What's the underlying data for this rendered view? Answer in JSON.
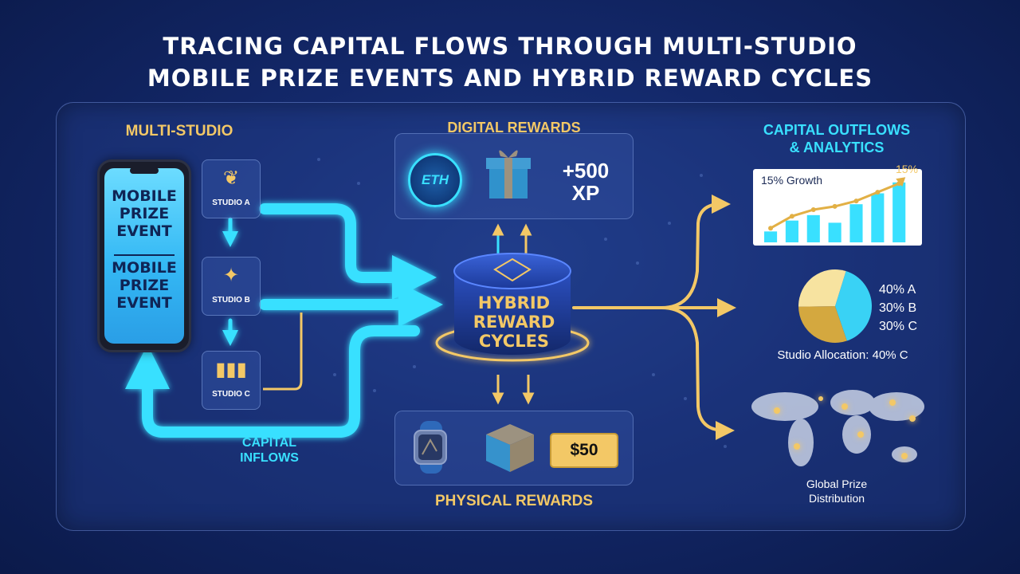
{
  "title": {
    "line1": "TRACING CAPITAL FLOWS THROUGH MULTI-STUDIO",
    "line2": "MOBILE PRIZE EVENTS AND HYBRID REWARD CYCLES"
  },
  "left": {
    "heading": "MULTI-STUDIO",
    "phone_text_top": [
      "MOBILE",
      "PRIZE",
      "EVENT"
    ],
    "phone_text_bottom": [
      "MOBILE",
      "PRIZE",
      "EVENT"
    ],
    "studios": [
      {
        "label": "STUDIO A",
        "icon": "lotus-icon"
      },
      {
        "label": "STUDIO B",
        "icon": "badge-icon"
      },
      {
        "label": "STUDIO C",
        "icon": "bars-logo-icon"
      }
    ],
    "inflows_label": [
      "CAPITAL",
      "INFLOWS"
    ]
  },
  "center": {
    "digital_heading": "DIGITAL REWARDS",
    "eth_label": "ETH",
    "xp_label": [
      "+500",
      "XP"
    ],
    "hub_label": [
      "HYBRID",
      "REWARD",
      "CYCLES"
    ],
    "physical_heading": "PHYSICAL REWARDS",
    "coupon_label": "$50"
  },
  "right": {
    "heading": [
      "CAPITAL OUTFLOWS",
      "& ANALYTICS"
    ],
    "growth_label": "15% Growth",
    "growth_peak_label": "15%",
    "growth_bars": [
      1,
      2,
      2.5,
      1.8,
      3.5,
      4.5,
      5.5
    ],
    "growth_line": [
      1.3,
      2.4,
      3.0,
      3.3,
      3.8,
      4.6,
      5.4
    ],
    "pie_legend": [
      "40% A",
      "30% B",
      "30% C"
    ],
    "pie_slices": [
      40,
      30,
      30
    ],
    "allocation_label": "Studio Allocation: 40% C",
    "map_label": [
      "Global Prize",
      "Distribution"
    ]
  },
  "colors": {
    "cyan": "#39e0ff",
    "gold": "#f3c866",
    "navy": "#13286a"
  }
}
